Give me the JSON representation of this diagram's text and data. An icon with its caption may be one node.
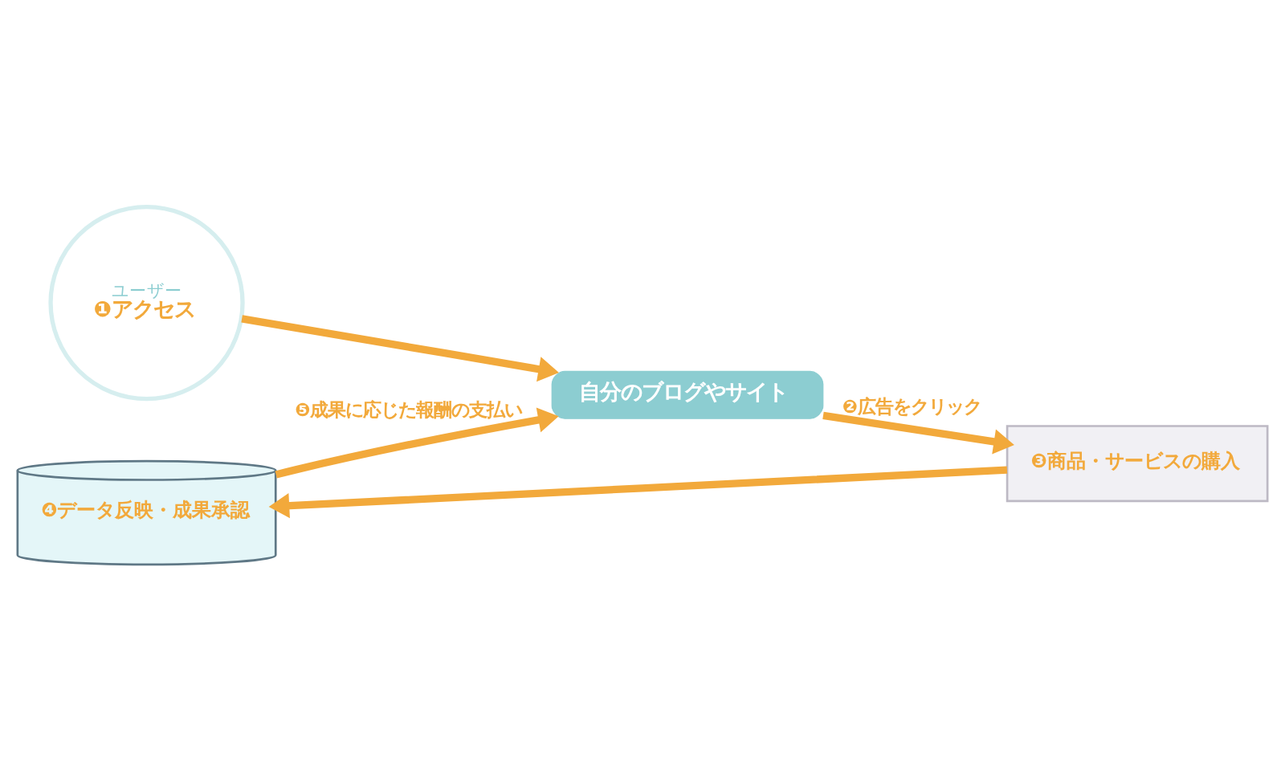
{
  "diagram": {
    "nodes": [
      {
        "text": [
          "ユーザー",
          "❶アクセス"
        ]
      },
      {
        "text": [
          "自分のブログやサイト"
        ]
      },
      {
        "text": [
          "❸商品・サービスの購入"
        ]
      },
      {
        "text": [
          "❹データ反映・成果承認"
        ]
      }
    ],
    "edges": [
      {
        "from": 0,
        "to": 1,
        "arrow": "to"
      },
      {
        "from": 1,
        "to": 2,
        "arrow": "to",
        "label": "❷広告をクリック"
      },
      {
        "from": 2,
        "to": 3,
        "arrow": "to"
      },
      {
        "from": 3,
        "to": 1,
        "arrow": "to",
        "label": "❺成果に応じた報酬の支払い"
      }
    ]
  }
}
